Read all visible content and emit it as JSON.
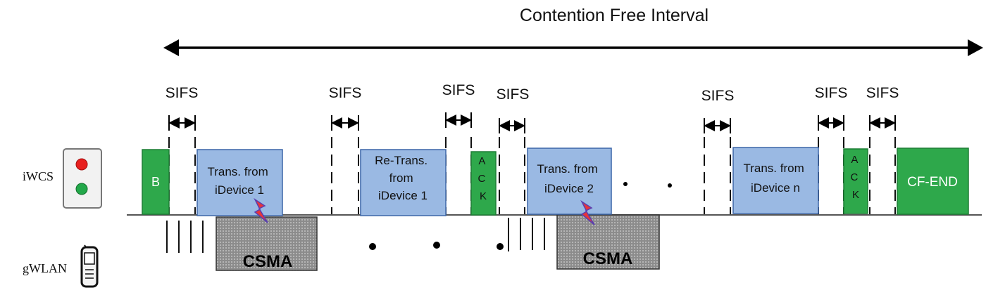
{
  "title": "Contention Free Interval",
  "row_labels": {
    "top": "iWCS",
    "bottom": "gWLAN"
  },
  "sifs_label": "SIFS",
  "frames": {
    "beacon": "B",
    "trans1": [
      "Trans. from",
      "iDevice 1"
    ],
    "retrans1": [
      "Re-Trans.",
      "from",
      "iDevice 1"
    ],
    "ack1": [
      "A",
      "C",
      "K"
    ],
    "trans2": [
      "Trans. from",
      "iDevice 2"
    ],
    "transn": [
      "Trans. from",
      "iDevice n"
    ],
    "ack2": [
      "A",
      "C",
      "K"
    ],
    "cfend": "CF-END"
  },
  "csma_label": "CSMA",
  "colors": {
    "green": "#2ea84b",
    "green_border": "#1d7d35",
    "blue": "#9ab9e3",
    "blue_border": "#3c66a8",
    "csma_fill": "#8c8c8c",
    "red_light": "#e8201f",
    "green_light": "#23a84a",
    "lightning": "#e8343a"
  },
  "icons": {
    "top": "traffic-light-icon",
    "bottom": "mobile-phone-icon"
  }
}
